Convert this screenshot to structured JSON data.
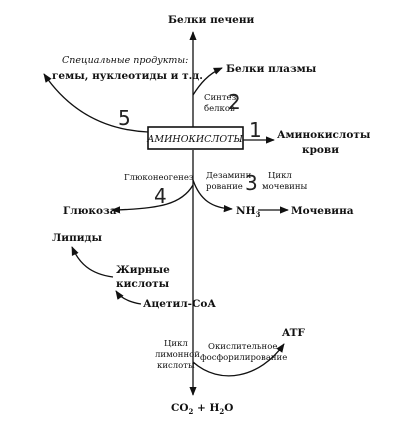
{
  "center": "АМИНОКИСЛОТЫ",
  "labels": {
    "liver_proteins": "Белки печени",
    "plasma_proteins": "Белки плазмы",
    "special_products_title": "Специальные продукты:",
    "special_products_list": "гемы, нуклеотиды и т.д.",
    "protein_synthesis_line1": "Синтез",
    "protein_synthesis_line2": "белков",
    "blood_amino_acids_line1": "Аминокислоты",
    "blood_amino_acids_line2": "крови",
    "gluconeogenesis": "Глюконеогенез",
    "deamination_line1": "Дезамини-",
    "deamination_line2": "рование",
    "urea_cycle_line1": "Цикл",
    "urea_cycle_line2": "мочевины",
    "glucose": "Глюкоза",
    "nh3": "NH",
    "nh3_sub": "3",
    "urea": "Мочевина",
    "lipids": "Липиды",
    "fatty_acids_line1": "Жирные",
    "fatty_acids_line2": "кислоты",
    "acetyl_coa": "Ацетил-СоА",
    "citric_cycle_line1": "Цикл",
    "citric_cycle_line2": "лимонной",
    "citric_cycle_line3": "кислоты",
    "oxphos_line1": "Окислительное",
    "oxphos_line2": "фосфорилирование",
    "atp": "ATF",
    "co2": "CO",
    "co2_sub": "2",
    "plus_h2o": " + H",
    "h2o_sub": "2",
    "h2o_o": "O"
  },
  "handwritten_numbers": [
    "1",
    "2",
    "3",
    "4",
    "5"
  ]
}
